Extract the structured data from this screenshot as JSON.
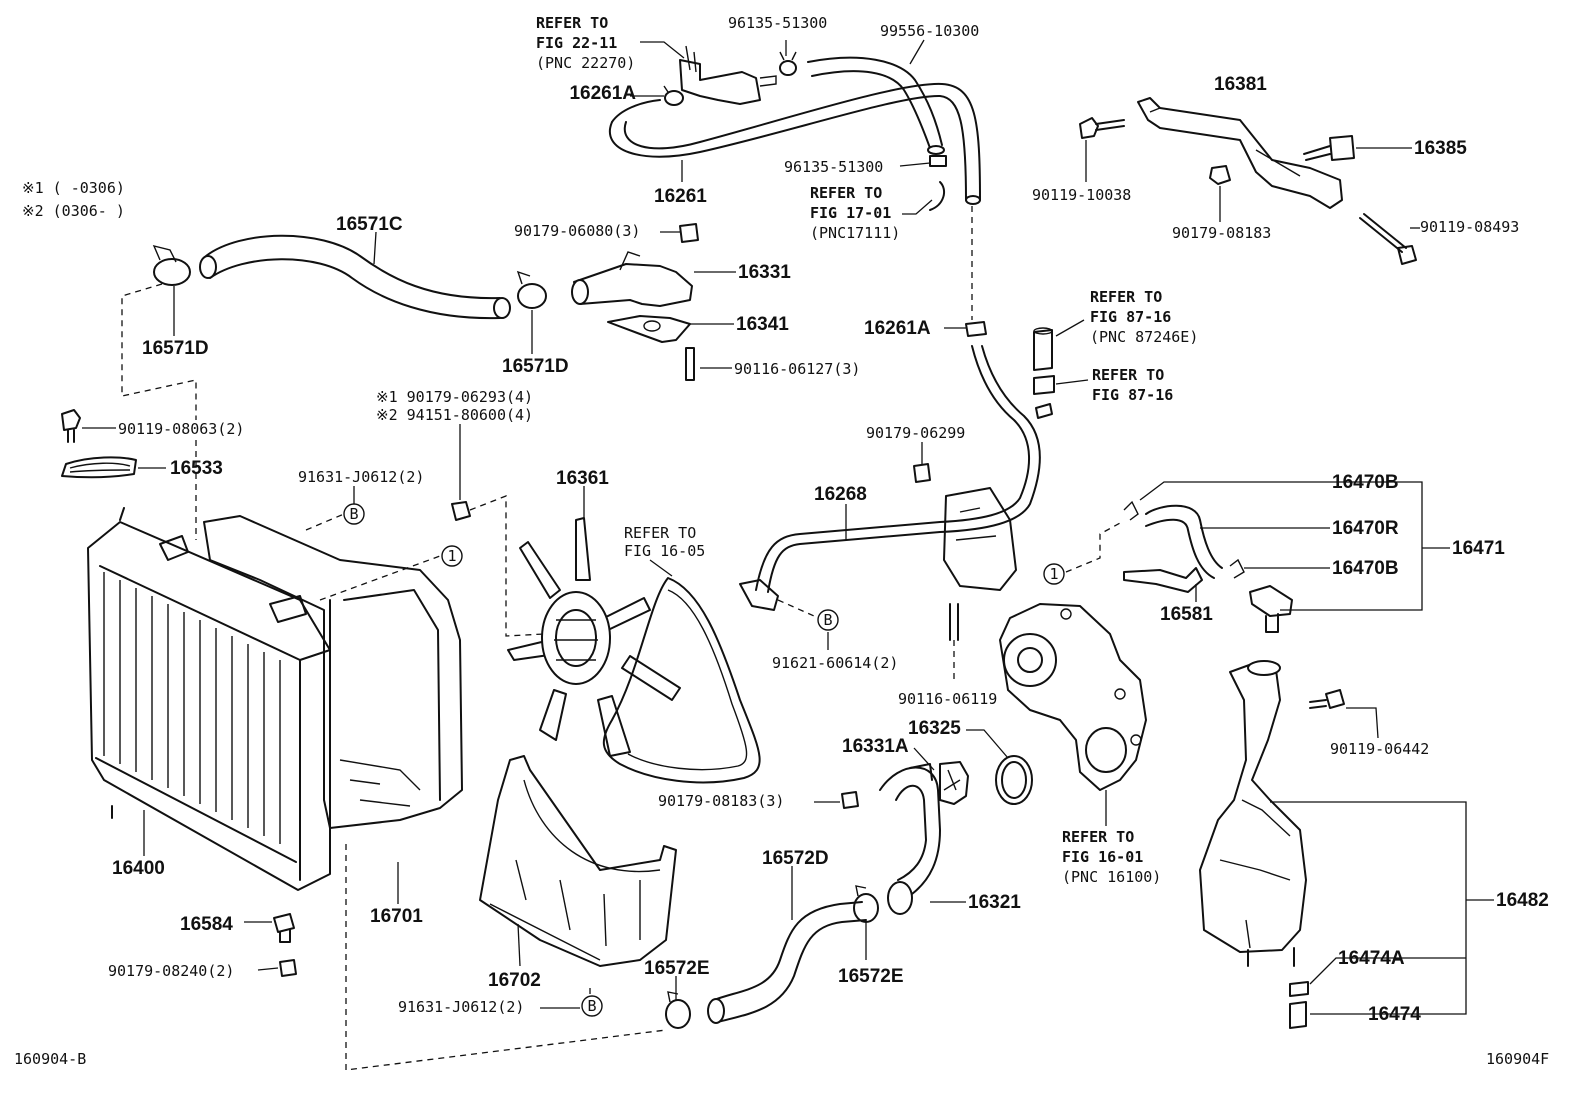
{
  "diagram": {
    "figure_left": "160904-B",
    "figure_right": "160904F",
    "notes": [
      "※1 (     -0306)",
      "※2 (0306-     )"
    ],
    "refs": {
      "fig_22_11": [
        "REFER TO",
        "FIG 22-11",
        "(PNC 22270)"
      ],
      "fig_17_01": [
        "REFER TO",
        "FIG 17-01",
        "(PNC17111)"
      ],
      "fig_87_16a": [
        "REFER TO",
        "FIG 87-16",
        "(PNC 87246E)"
      ],
      "fig_87_16b": [
        "REFER TO",
        "FIG 87-16"
      ],
      "fig_16_05": [
        "REFER TO",
        "FIG 16-05"
      ],
      "fig_16_01": [
        "REFER TO",
        "FIG 16-01",
        "(PNC 16100)"
      ]
    },
    "markers": {
      "b": "B",
      "one": "1"
    },
    "parts": {
      "p16261A_top": "16261A",
      "p96135_top": "96135-51300",
      "p99556": "99556-10300",
      "p16261": "16261",
      "p96135_mid": "96135-51300",
      "p16381": "16381",
      "p90119_10038": "90119-10038",
      "p16385": "16385",
      "p90179_08183_a": "90179-08183",
      "p90119_08493": "90119-08493",
      "p16571C": "16571C",
      "p90179_06080": "90179-06080(3)",
      "p16331": "16331",
      "p16341": "16341",
      "p90116_06127": "90116-06127(3)",
      "p16571D_l": "16571D",
      "p16571D_r": "16571D",
      "p16261A_mid": "16261A",
      "p90119_08063": "90119-08063(2)",
      "p16533": "16533",
      "p90179_06293": "※1 90179-06293(4)",
      "p94151_80600": "※2 94151-80600(4)",
      "p91631_top": "91631-J0612(2)",
      "p16361": "16361",
      "p90179_06299": "90179-06299",
      "p16268": "16268",
      "p16470B_a": "16470B",
      "p16470R": "16470R",
      "p16470B_b": "16470B",
      "p16471": "16471",
      "p16581": "16581",
      "p91621": "91621-60614(2)",
      "p90116_06119": "90116-06119",
      "p16325": "16325",
      "p16331A": "16331A",
      "p90119_06442": "90119-06442",
      "p90179_08183_b": "90179-08183(3)",
      "p16400": "16400",
      "p16701": "16701",
      "p16572D": "16572D",
      "p16321": "16321",
      "p16482": "16482",
      "p16584": "16584",
      "p90179_08240": "90179-08240(2)",
      "p16702": "16702",
      "p16572E_l": "16572E",
      "p16572E_r": "16572E",
      "p16474A": "16474A",
      "p91631_bot": "91631-J0612(2)",
      "p16474": "16474"
    }
  }
}
